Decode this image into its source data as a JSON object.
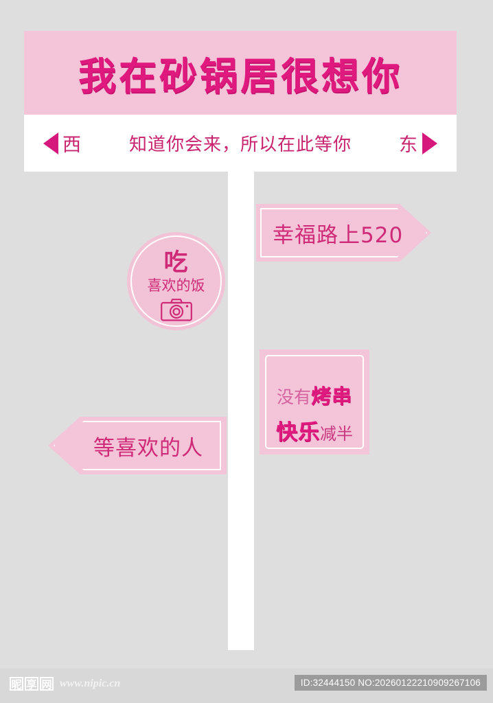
{
  "poster": {
    "background_color": "#dedede",
    "accent_pink": "#e0197f",
    "panel_pink": "#f4c4d8",
    "board": {
      "title": "我在砂锅居很想你",
      "west_label": "西",
      "east_label": "东",
      "tagline": "知道你会来，所以在此等你"
    },
    "signs": {
      "right_arrow": {
        "text": "幸福路上520"
      },
      "left_arrow": {
        "text": "等喜欢的人"
      },
      "circle": {
        "headline": "吃",
        "subline": "喜欢的饭",
        "icon": "camera-icon"
      },
      "square": {
        "line1_thin": "没有",
        "line1_bold": "烤串",
        "line2_bold": "快乐",
        "line2_thin": "减半"
      }
    }
  },
  "footer": {
    "watermark_chars": [
      "昵",
      "享",
      "网"
    ],
    "watermark_url": "www.nipic.cn",
    "id_badge": "ID:32444150 NO:20260122210909267106"
  }
}
